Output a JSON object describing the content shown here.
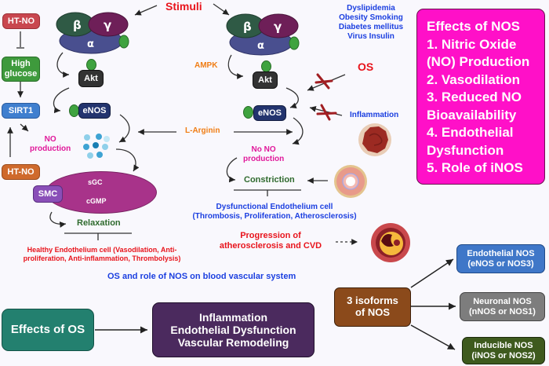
{
  "colors": {
    "stimuli": "#e8141c",
    "blue_text": "#1b3fe0",
    "orange_text": "#f07d14",
    "magenta_text": "#e0189a",
    "green_text": "#2f6a2e",
    "ht_no_red": "#c9474f",
    "high_glucose": "#3e9a3c",
    "sirt1": "#3f7fcf",
    "ht_no_orange": "#cf6a2c",
    "akt": "#333333",
    "enos": "#23346e",
    "smc_ellipse": "#a8338a",
    "smc_box": "#8a4fb8",
    "effects_nos": "#ff10c8",
    "effects_os": "#23806f",
    "inflammation_box": "#4b2a5e",
    "isoforms": "#8b4a1b",
    "endothelial": "#3f77c8",
    "neuronal": "#7d7d7d",
    "inducible": "#3e5a1e"
  },
  "left": {
    "ht_no_top": "HT-NO",
    "high_glucose": [
      "High",
      "glucose"
    ],
    "sirt1": "SIRT1",
    "ht_no_bottom": "HT-NO",
    "no_production": [
      "NO",
      "production"
    ],
    "smc": "SMC",
    "sgc": "sGC",
    "cgmp": "cGMP",
    "relaxation": "Relaxation",
    "healthy": [
      "Healthy Endothelium cell (Vasodilation, Anti-",
      "proliferation, Anti-inflammation, Thrombolysis)"
    ]
  },
  "gprotein": {
    "beta": "β",
    "gamma": "γ",
    "alpha": "α"
  },
  "center": {
    "stimuli": "Stimuli",
    "akt": "Akt",
    "enos": "eNOS",
    "l_arginin": "L-Arginin",
    "ampk": "AMPK"
  },
  "right": {
    "risk_factors": [
      "Dyslipidemia",
      "Obesity Smoking",
      "Diabetes mellitus",
      "Virus Insulin"
    ],
    "os": "OS",
    "inflammation": "Inflammation",
    "no_no_production": [
      "No NO",
      "production"
    ],
    "constriction": "Constriction",
    "dysfunctional": [
      "Dysfunctional Endothelium cell",
      "(Thrombosis, Proliferation, Atherosclerosis)"
    ],
    "progression": [
      "Progression of",
      "atherosclerosis and CVD"
    ]
  },
  "effects_nos": {
    "lines": [
      "Effects of NOS",
      "1. Nitric Oxide",
      "(NO) Production",
      "2. Vasodilation",
      "3. Reduced NO",
      "Bioavailability",
      "4.  Endothelial",
      "Dysfunction",
      "5. Role of iNOS"
    ]
  },
  "caption": "OS and role of NOS on blood vascular system",
  "bottom": {
    "effects_os": "Effects of OS",
    "outcomes": [
      "Inflammation",
      "Endothelial Dysfunction",
      "Vascular Remodeling"
    ],
    "isoforms": [
      "3 isoforms",
      "of NOS"
    ],
    "endothelial": [
      "Endothelial NOS",
      "(eNOS or NOS3)"
    ],
    "neuronal": [
      "Neuronal NOS",
      "(nNOS or NOS1)"
    ],
    "inducible": [
      "Inducible NOS",
      "(iNOS or NOS2)"
    ]
  }
}
